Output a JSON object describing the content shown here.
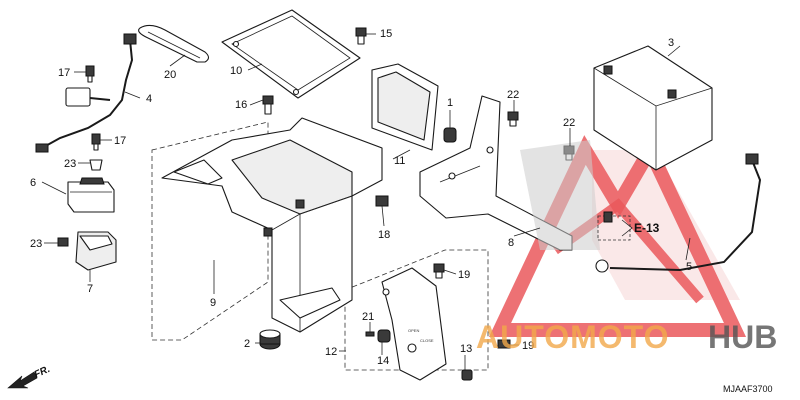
{
  "parts": [
    {
      "id": "p1",
      "label": "1"
    },
    {
      "id": "p2",
      "label": "2"
    },
    {
      "id": "p3",
      "label": "3"
    },
    {
      "id": "p4",
      "label": "4"
    },
    {
      "id": "p5",
      "label": "5"
    },
    {
      "id": "p6",
      "label": "6"
    },
    {
      "id": "p7",
      "label": "7"
    },
    {
      "id": "p8",
      "label": "8"
    },
    {
      "id": "p9",
      "label": "9"
    },
    {
      "id": "p10",
      "label": "10"
    },
    {
      "id": "p11",
      "label": "11"
    },
    {
      "id": "p12",
      "label": "12"
    },
    {
      "id": "p13",
      "label": "13"
    },
    {
      "id": "p14",
      "label": "14"
    },
    {
      "id": "p15",
      "label": "15"
    },
    {
      "id": "p16",
      "label": "16"
    },
    {
      "id": "p17a",
      "label": "17"
    },
    {
      "id": "p17b",
      "label": "17"
    },
    {
      "id": "p18",
      "label": "18"
    },
    {
      "id": "p19a",
      "label": "19"
    },
    {
      "id": "p19b",
      "label": "19"
    },
    {
      "id": "p20",
      "label": "20"
    },
    {
      "id": "p21",
      "label": "21"
    },
    {
      "id": "p22a",
      "label": "22"
    },
    {
      "id": "p22b",
      "label": "22"
    },
    {
      "id": "p23a",
      "label": "23"
    },
    {
      "id": "p23b",
      "label": "23"
    }
  ],
  "ref_label": "E-13",
  "direction_label": "FR.",
  "cover_text_open": "OPEN",
  "cover_text_close": "CLOSE",
  "drawing_code": "MJAAF3700",
  "watermark": {
    "part1": "AUTOMOTO",
    "part2": "HUB"
  },
  "colors": {
    "watermark_red": "#e8474a",
    "watermark_orange": "#f2a84a",
    "watermark_gray": "#555555"
  }
}
